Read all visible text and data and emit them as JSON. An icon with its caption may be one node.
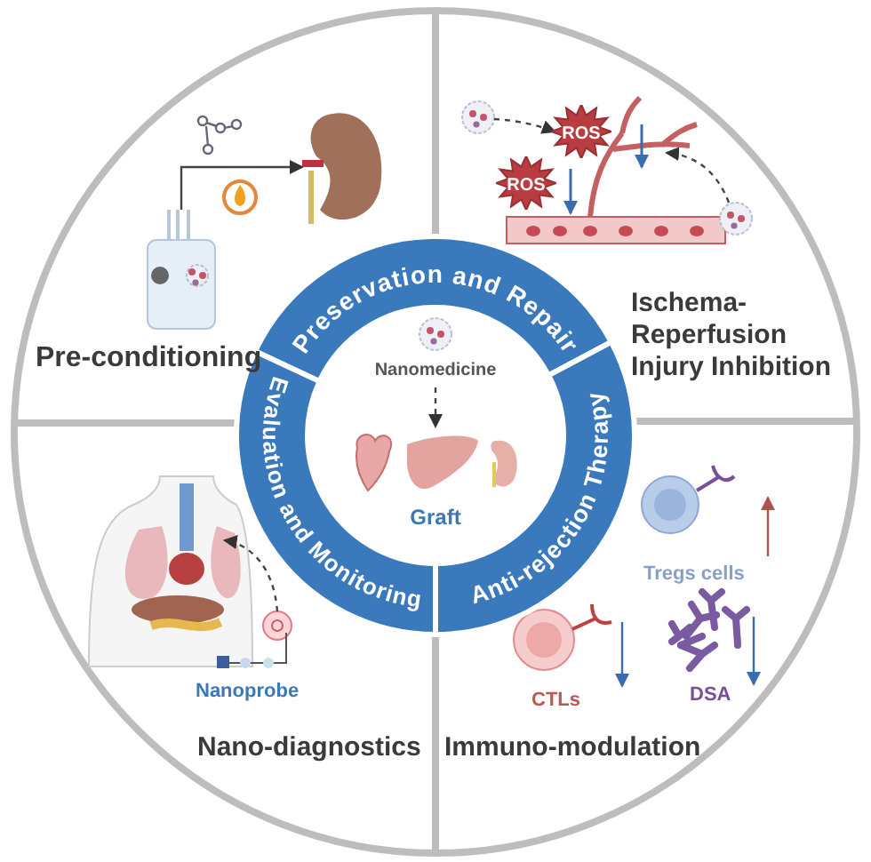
{
  "diagram": {
    "nodes": [
      {
        "text": [
          "Preservation and Repair"
        ]
      },
      {
        "text": [
          "Evaluation and Monitoring"
        ]
      },
      {
        "text": [
          "Anti-rejection Therapy"
        ]
      },
      {
        "text": [
          "Nanomedicine"
        ]
      },
      {
        "text": [
          "Graft"
        ]
      },
      {
        "text": [],
        "shape": "picture"
      },
      {
        "text": [],
        "shape": "picture"
      },
      {
        "text": [],
        "shape": "circle"
      },
      {
        "text": [],
        "shape": "circle"
      },
      {
        "text": [],
        "shape": "picture"
      },
      {
        "text": [
          "ROS"
        ]
      },
      {
        "text": [
          "ROS"
        ]
      },
      {
        "text": [],
        "shape": "picture"
      }
    ],
    "edges": [
      {
        "from": 3,
        "to": 4,
        "arrow": "to",
        "style": "dashed"
      },
      {
        "from": 5,
        "to": 6,
        "arrow": "to"
      },
      {
        "from": 7,
        "to": 11,
        "arrow": "to",
        "style": "dashed"
      },
      {
        "from": 8,
        "to": null,
        "arrow": "to",
        "style": "dashed"
      },
      {
        "from": 9,
        "to": 12,
        "arrow": "to",
        "style": "dashed"
      }
    ],
    "labels": [
      "Pre-conditioning",
      "Ischema- Reperfusion Injury Inhibition",
      "Tregs cells",
      "Nanoprobe",
      "CTLs",
      "DSA",
      "Nano-diagnostics",
      "Immuno-modulation"
    ]
  }
}
